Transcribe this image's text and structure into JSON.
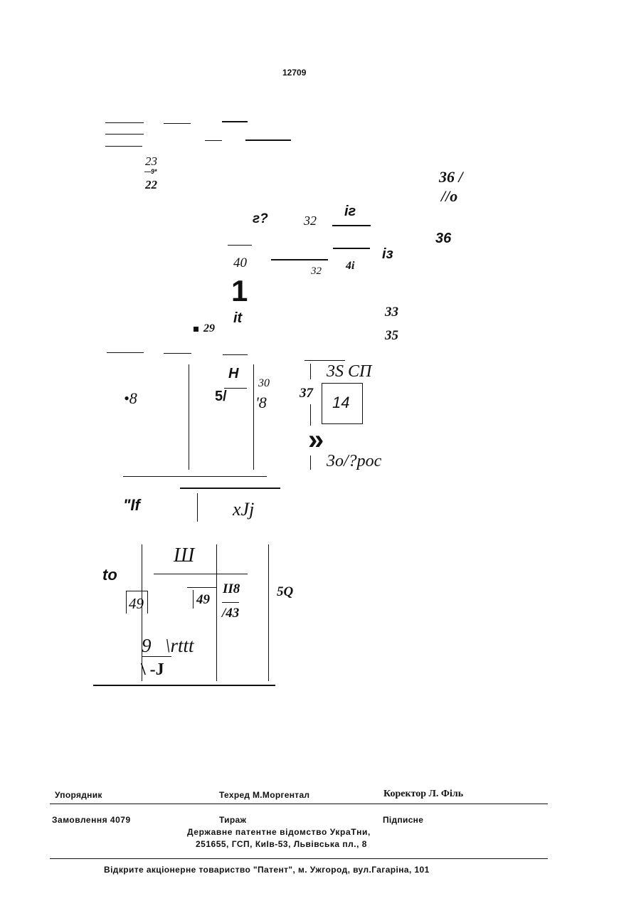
{
  "page_number": "12709",
  "drawing": {
    "labels": {
      "l23": "23",
      "l9": "—9*",
      "l22": "22",
      "l36a": "36 /",
      "l10": "//o",
      "l27": "г?",
      "l32a": "32",
      "l12": "іг",
      "l36b": "36",
      "l40": "40",
      "l32b": "32",
      "l4i": "4i",
      "l13": "із",
      "l1": "1",
      "lit": "it",
      "l33": "33",
      "l29": "29",
      "l35": "35",
      "lH": "Н",
      "l3S": "3S СП",
      "l30": "30",
      "l8a": "•8",
      "l5": "5/",
      "l8b": "'8",
      "l37": "37",
      "l14": "14",
      "lchev": "»",
      "l3o": "3о/?рос",
      "lIf": "\"If",
      "lxJj": "xJj",
      "lSh": "Ш",
      "lto": "to",
      "l49a": "49",
      "l49b": "49",
      "l18": "II8",
      "l43": "/43",
      "l5Q": "5Q",
      "l9b": "9",
      "lrttt": "\\rttt",
      "lJ": "\\ -J"
    }
  },
  "footer": {
    "compiler": "Упорядник",
    "techred": "Техред М.Моргентал",
    "corrector": "Коректор Л. Філь",
    "order": "Замовлення 4079",
    "circulation": "Тираж",
    "subscription": "Підписне",
    "office_line1": "Державне патентне відомство УкраТни,",
    "office_line2": "251655, ГСП, КиІв-53, Львівська пл., 8",
    "publisher": "Відкрите акціонерне товариство \"Патент\", м. Ужгород, вул.Гагаріна, 101"
  }
}
